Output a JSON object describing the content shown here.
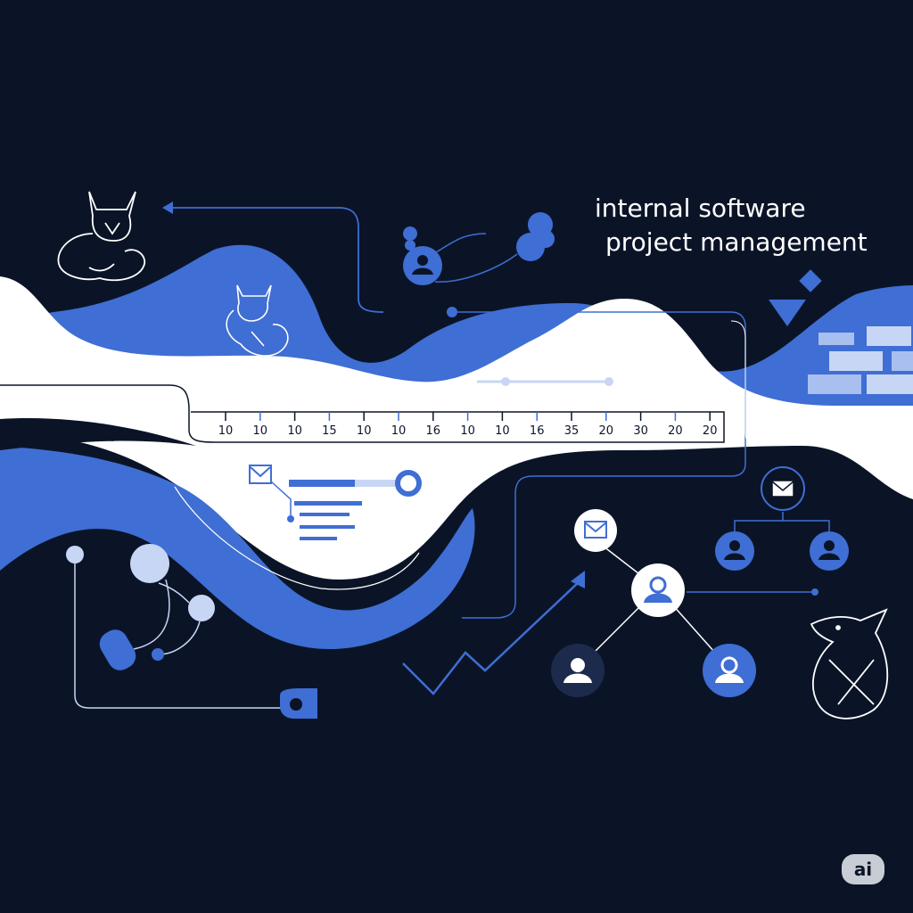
{
  "title": {
    "line1": "internal software",
    "line2": "project management"
  },
  "timeline": {
    "tick_labels": [
      "10",
      "10",
      "10",
      "15",
      "10",
      "10",
      "16",
      "10",
      "10",
      "16",
      "35",
      "20",
      "30",
      "20",
      "20"
    ]
  },
  "badge": {
    "label": "ai"
  },
  "colors": {
    "background": "#0b1427",
    "accent_blue": "#3f6ed4",
    "light_blue": "#c8d6f5",
    "white": "#ffffff"
  },
  "icons": [
    "fox-icon",
    "bird-icon",
    "mail-icon",
    "user-icon",
    "arrow-icon",
    "bricks-icon"
  ]
}
